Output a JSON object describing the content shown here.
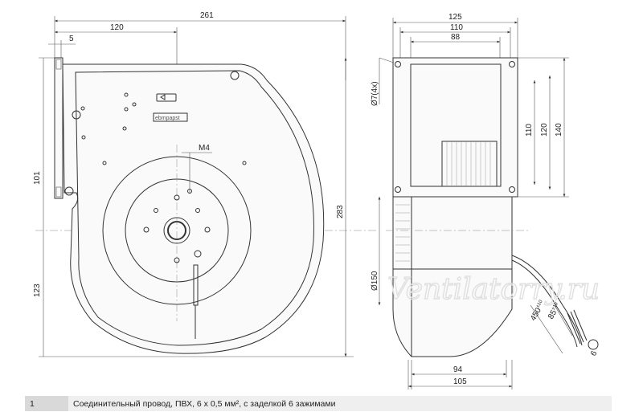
{
  "dimensions": {
    "front_width_total": "261",
    "front_to_axis": "120",
    "front_flange": "5",
    "front_motor_mount": "M4",
    "front_upper_height": "101",
    "front_lower_height": "123",
    "front_total_height": "283",
    "side_width_125": "125",
    "side_width_110": "110",
    "side_width_88": "88",
    "side_hole": "Ø7(4x)",
    "side_h110": "110",
    "side_h120": "120",
    "side_h140": "140",
    "side_motor_dia": "Ø150",
    "side_bottom_94": "94",
    "side_bottom_105": "105",
    "cable_length": "450",
    "cable_length_tol": "±10",
    "cable_strip": "85",
    "cable_strip_tol": "±10",
    "cable_tip": "6",
    "callout": "1"
  },
  "watermark": "Ventilatorry.ru",
  "brand_plate": "ebmpapst",
  "legend": {
    "number": "1",
    "text": "Соединительный провод, ПВХ, 6 x 0,5 мм², с заделкой 6 зажимами"
  }
}
